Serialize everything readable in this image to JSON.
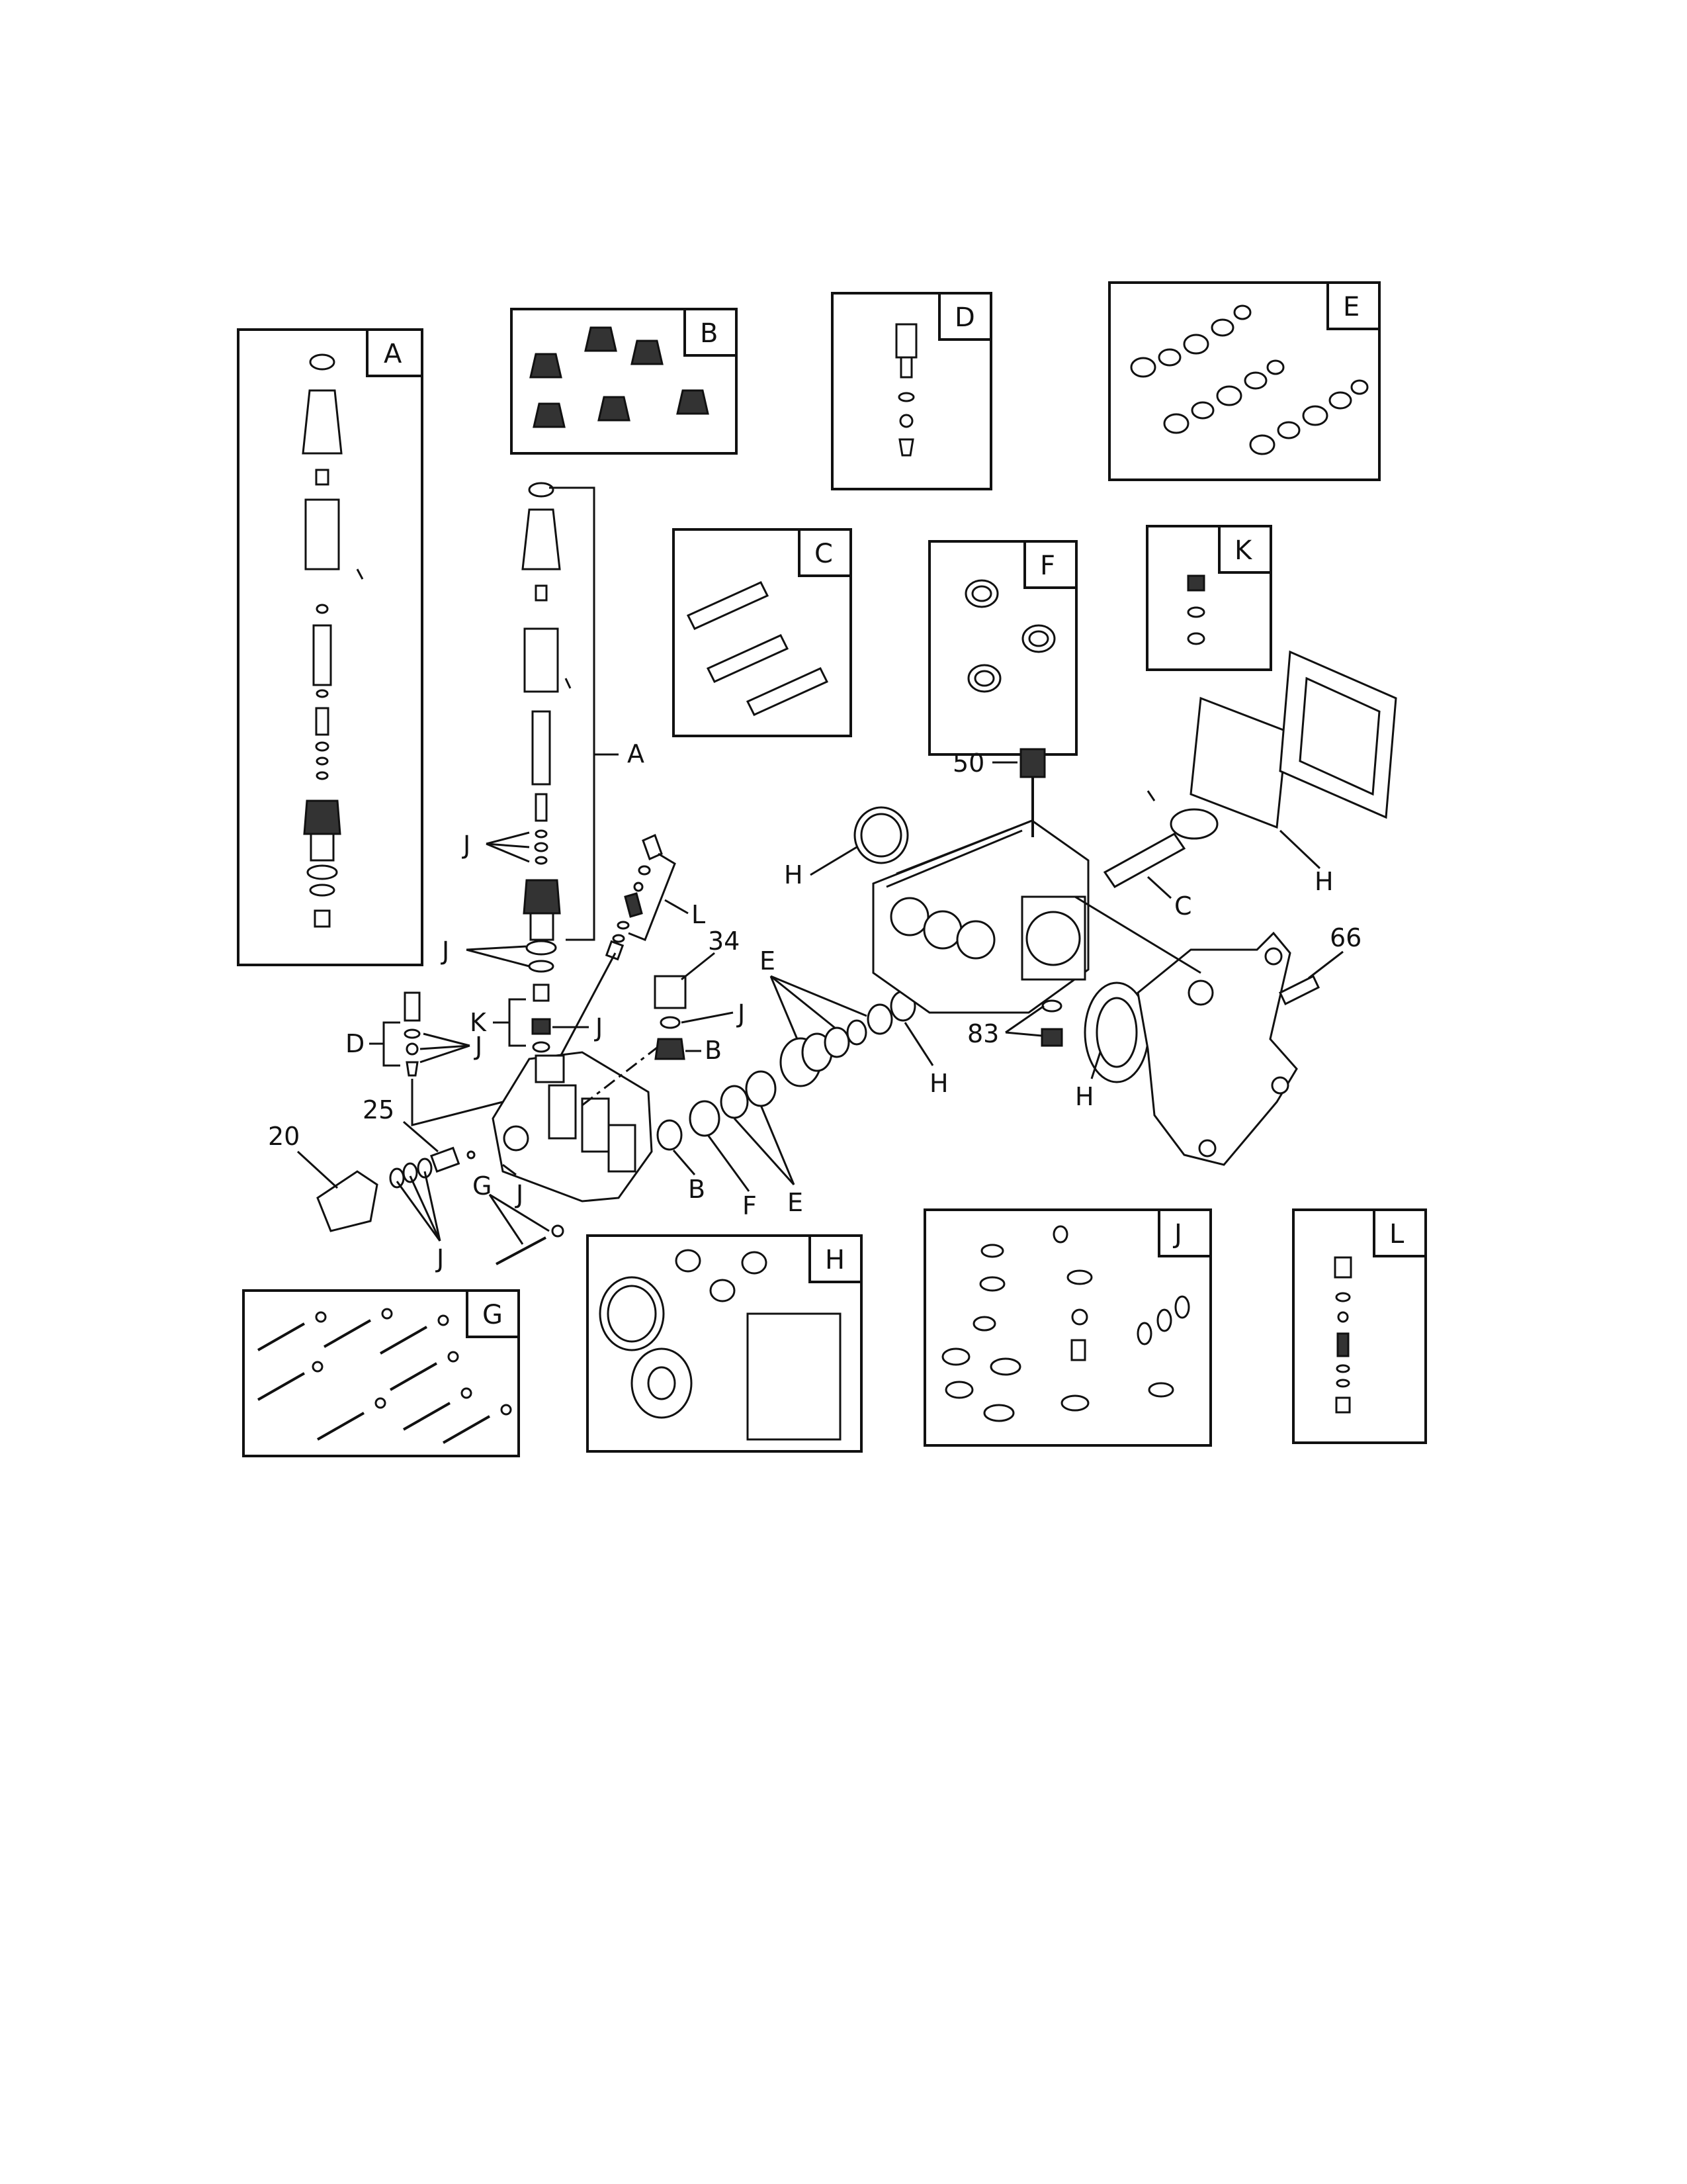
{
  "kits": [
    {
      "id": "A",
      "label": "A"
    },
    {
      "id": "B",
      "label": "B"
    },
    {
      "id": "C",
      "label": "C"
    },
    {
      "id": "D",
      "label": "D"
    },
    {
      "id": "E",
      "label": "E"
    },
    {
      "id": "F",
      "label": "F"
    },
    {
      "id": "G",
      "label": "G"
    },
    {
      "id": "H",
      "label": "H"
    },
    {
      "id": "J",
      "label": "J"
    },
    {
      "id": "K",
      "label": "K"
    },
    {
      "id": "L",
      "label": "L"
    }
  ],
  "callouts": {
    "part_50": "50",
    "part_34": "34",
    "part_66": "66",
    "part_83": "83",
    "part_25": "25",
    "part_20": "20",
    "a": "A",
    "b": "B",
    "c": "C",
    "d": "D",
    "e": "E",
    "f": "F",
    "g": "G",
    "h": "H",
    "j": "J",
    "k": "K",
    "l": "L"
  }
}
